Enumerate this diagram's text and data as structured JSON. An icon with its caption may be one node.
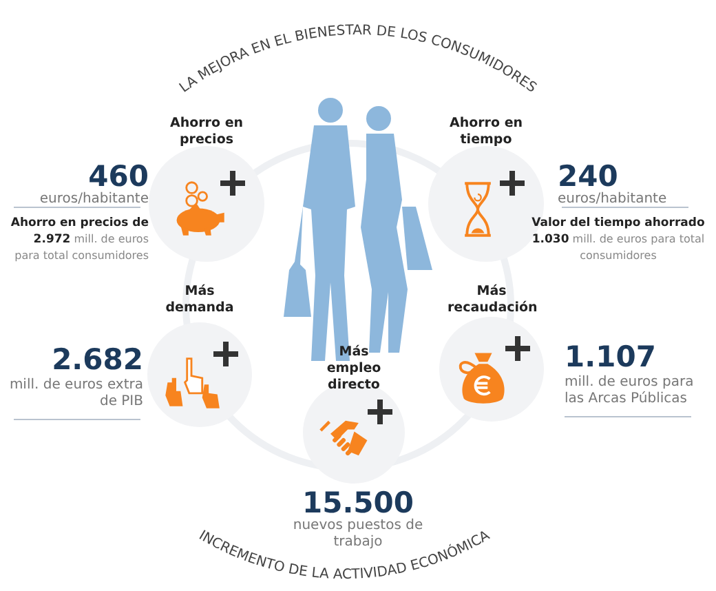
{
  "diagram": {
    "nodes": [
      {
        "text": [
          "Ahorro en precios"
        ],
        "beside": [
          "460",
          "euros/habitante",
          "**Ahorro en precios de 2.972** mill. de euros para total consumidores"
        ]
      },
      {
        "text": [
          "Ahorro en tiempo"
        ],
        "beside": [
          "240",
          "euros/habitante",
          "**Valor del tiempo ahorrado 1.030** mill. de euros para total consumidores"
        ]
      },
      {
        "text": [
          "Más demanda"
        ],
        "beside": [
          "2.682",
          "mill. de euros extra de PIB"
        ]
      },
      {
        "text": [
          "Más recaudación"
        ],
        "beside": [
          "1.107",
          "mill. de euros para las Arcas Públicas"
        ]
      },
      {
        "text": [
          "Más empleo directo"
        ],
        "beside": [
          "15.500",
          "nuevos puestos de trabajo"
        ]
      }
    ],
    "edges": [],
    "labels": [
      "LA MEJORA EN EL BIENESTAR DE LOS CONSUMIDORES",
      "INCREMENTO DE LA ACTIVIDAD ECONÓMICA"
    ]
  }
}
